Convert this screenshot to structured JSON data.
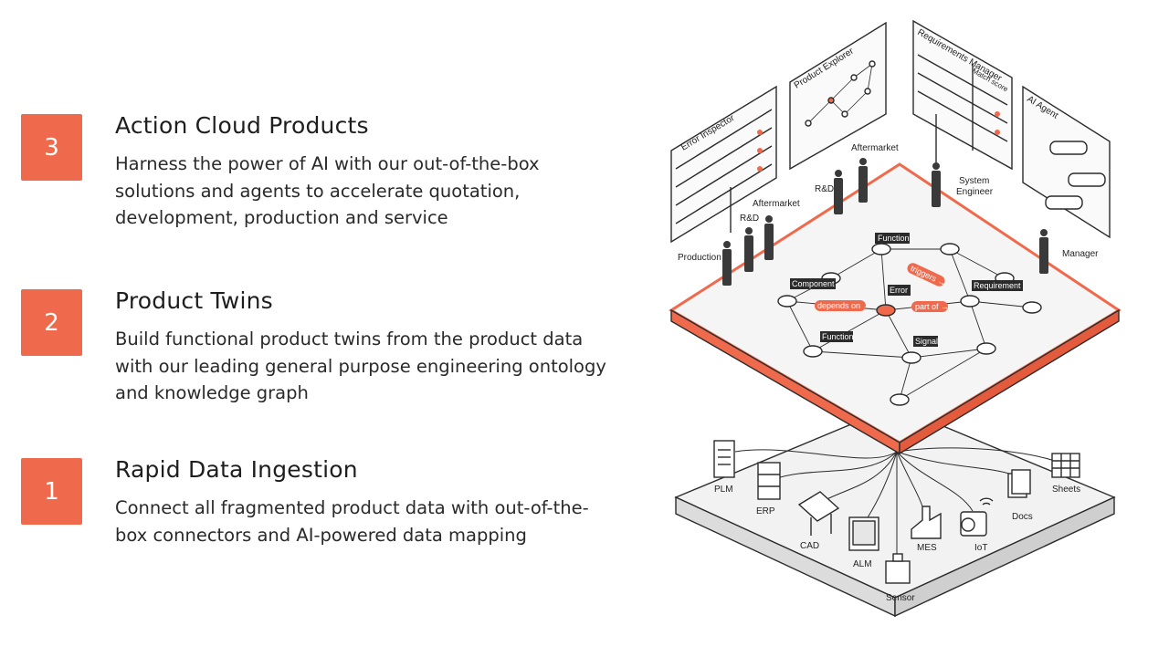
{
  "steps": [
    {
      "number": "3",
      "title": "Action Cloud Products",
      "description": "Harness the power of AI with our out-of-the-box solutions and agents to accelerate quotation, development, production and service"
    },
    {
      "number": "2",
      "title": "Product Twins",
      "description": "Build functional product twins from the product data with our leading general purpose engineering ontology and knowledge graph"
    },
    {
      "number": "1",
      "title": "Rapid Data Ingestion",
      "description": "Connect all fragmented product data with out-of-the-box connectors and AI-powered data mapping"
    }
  ],
  "colors": {
    "accent": "#ef6a4c",
    "text": "#1e1e1e",
    "line": "#2b2b2b"
  },
  "diagram": {
    "panels": {
      "error_inspector": "Error Inspector",
      "product_explorer": "Product Explorer",
      "requirements_manager": "Requirements Manager",
      "match_score": "Match score",
      "ai_agent": "AI Agent"
    },
    "roles": {
      "production": "Production",
      "rd_left": "R&D",
      "aftermarket_left": "Aftermarket",
      "rd_center": "R&D",
      "aftermarket_center": "Aftermarket",
      "system_engineer_line1": "System",
      "system_engineer_line2": "Engineer",
      "manager": "Manager"
    },
    "graph_nodes": {
      "function_top": "Function",
      "component": "Component",
      "error": "Error",
      "requirement": "Requirement",
      "function_bottom": "Function",
      "signal": "Signal"
    },
    "graph_edges": {
      "triggers": "triggers →",
      "depends_on": "depends on →",
      "part_of": "part of →"
    },
    "sources": {
      "plm": "PLM",
      "erp": "ERP",
      "cad": "CAD",
      "alm": "ALM",
      "sensor": "Sensor",
      "mes": "MES",
      "iot": "IoT",
      "docs": "Docs",
      "sheets": "Sheets"
    }
  }
}
